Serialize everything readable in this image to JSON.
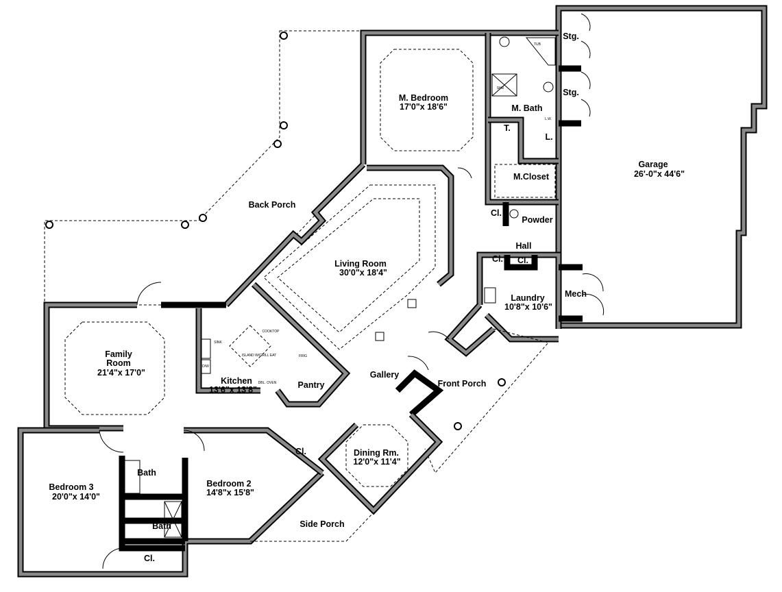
{
  "rooms": {
    "master_bedroom": {
      "name": "M. Bedroom",
      "size": "17'0\"x 18'6\""
    },
    "master_bath": {
      "name": "M. Bath"
    },
    "toilet": {
      "name": "T."
    },
    "linen": {
      "name": "L."
    },
    "master_closet": {
      "name": "M.Closet"
    },
    "storage1": {
      "name": "Stg."
    },
    "storage2": {
      "name": "Stg."
    },
    "garage": {
      "name": "Garage",
      "size": "26'-0\"x 44'6\""
    },
    "back_porch": {
      "name": "Back Porch"
    },
    "living_room": {
      "name": "Living Room",
      "size": "30'0\"x 18'4\""
    },
    "closet_powder": {
      "name": "Cl."
    },
    "powder": {
      "name": "Powder"
    },
    "hall": {
      "name": "Hall"
    },
    "closet_hall1": {
      "name": "Cl."
    },
    "closet_hall2": {
      "name": "Cl."
    },
    "laundry": {
      "name": "Laundry",
      "size": "10'8\"x 10'6\""
    },
    "mech": {
      "name": "Mech"
    },
    "family_room": {
      "name": "Family Room",
      "name_line1": "Family",
      "name_line2": "Room",
      "size": "21'4\"x 17'0\""
    },
    "kitchen": {
      "name": "Kitchen",
      "size": "13'6\"x 13'8\""
    },
    "pantry": {
      "name": "Pantry"
    },
    "gallery": {
      "name": "Gallery"
    },
    "front_porch": {
      "name": "Front Porch"
    },
    "dining": {
      "name": "Dining Rm.",
      "size": "12'0\"x 11'4\""
    },
    "closet_bed2": {
      "name": "Cl."
    },
    "bedroom2": {
      "name": "Bedroom 2",
      "size": "14'8\"x 15'8\""
    },
    "bath1": {
      "name": "Bath"
    },
    "bath2": {
      "name": "Bath"
    },
    "bedroom3": {
      "name": "Bedroom 3",
      "size": "20'0\"x 14'0\""
    },
    "closet_bed3": {
      "name": "Cl."
    },
    "side_porch": {
      "name": "Side Porch"
    }
  },
  "fixtures": {
    "sink": "SINK",
    "dishwasher": "D/W",
    "cooktop": "COOKTOP",
    "island": "ISLAND W/GRILL EAT",
    "fridge": "FRIG",
    "double_oven": "DBL. OVEN",
    "tub": "TUB",
    "shower": "SHR",
    "lav": "L.W."
  },
  "colors": {
    "wall_fill": "#8a8a8a",
    "wall_outline": "#000000",
    "background": "#ffffff"
  }
}
